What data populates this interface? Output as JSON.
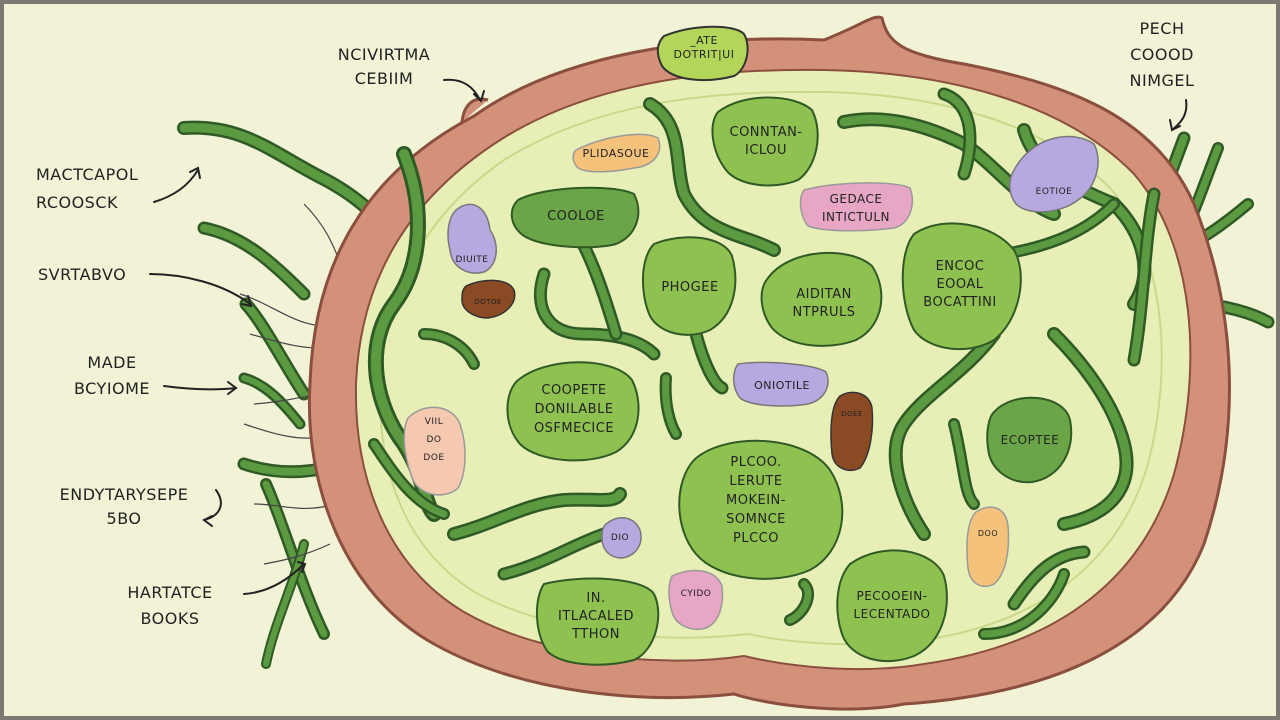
{
  "colors": {
    "background": "#f1f2d6",
    "frame": "#7a7a70",
    "cell_wall": "#d4917a",
    "cell_wall_stroke": "#8a4f3e",
    "cytoplasm": "#e7efb6",
    "strand": "#5c9a42",
    "strand_outline": "#2f5a25",
    "organelle_green": "#8fc151",
    "organelle_dark_green": "#6aa647",
    "purple": "#b7a8e0",
    "orange": "#f4c27a",
    "pink": "#e7a6c4",
    "brown": "#8a4a24",
    "peach": "#f5c9b0"
  },
  "outside_labels": [
    {
      "id": "top-center",
      "lines": [
        "NCIVIRTMA",
        "CEBIIM"
      ]
    },
    {
      "id": "left-1",
      "lines": [
        "MACTCAPOL",
        "RCOOSCK"
      ]
    },
    {
      "id": "left-2",
      "lines": [
        "SVRTABVO"
      ]
    },
    {
      "id": "left-3",
      "lines": [
        "MADE",
        "BCYIOME"
      ]
    },
    {
      "id": "left-4",
      "lines": [
        "ENDYTARYSEPE",
        "5BO"
      ]
    },
    {
      "id": "left-5",
      "lines": [
        "HARTATCE",
        "BOOKS"
      ]
    },
    {
      "id": "top-right",
      "lines": [
        "PECH",
        "COOOD",
        "NIMGEL"
      ]
    }
  ],
  "organelles": [
    {
      "id": "top-badge",
      "lines": [
        "_ATE",
        "DOTRIT|UI"
      ]
    },
    {
      "id": "contan",
      "lines": [
        "CONNTAN-",
        "ICLOU"
      ]
    },
    {
      "id": "pludasoue",
      "lines": [
        "PLIDASOUE"
      ]
    },
    {
      "id": "cooloe",
      "lines": [
        "COOLOE"
      ]
    },
    {
      "id": "gedace",
      "lines": [
        "GEDACE",
        "INTICTULN"
      ]
    },
    {
      "id": "phogee",
      "lines": [
        "PHOGEE"
      ]
    },
    {
      "id": "aditan",
      "lines": [
        "AIDITAN",
        "NTPRULS"
      ]
    },
    {
      "id": "encoc",
      "lines": [
        "ENCOC",
        "EOOAL",
        "BOCATTINI"
      ]
    },
    {
      "id": "purple-tr",
      "lines": [
        "EOTIOE"
      ]
    },
    {
      "id": "purple-left",
      "lines": [
        "DIUITE"
      ]
    },
    {
      "id": "brown-left",
      "lines": [
        "DOTOE"
      ]
    },
    {
      "id": "coopete",
      "lines": [
        "COOPETE",
        "DONILABLE",
        "OSFMECICE"
      ]
    },
    {
      "id": "oniotile",
      "lines": [
        "ONIOTILE"
      ]
    },
    {
      "id": "brown-mid",
      "lines": [
        "DOEE"
      ]
    },
    {
      "id": "peach",
      "lines": [
        "VIIL",
        "DO",
        "DOE"
      ]
    },
    {
      "id": "plcoo",
      "lines": [
        "PLCOO.",
        "LERUTE",
        "MOKEIN-",
        "SOMNCE",
        "PLCCO"
      ]
    },
    {
      "id": "ecoptee",
      "lines": [
        "ECOPTEE"
      ]
    },
    {
      "id": "dio",
      "lines": [
        "DIO"
      ]
    },
    {
      "id": "orange-right",
      "lines": [
        "DOO"
      ]
    },
    {
      "id": "itlacaled",
      "lines": [
        "IN.",
        "ITLACALED",
        "TTHON"
      ]
    },
    {
      "id": "pink",
      "lines": [
        "CYIDO"
      ]
    },
    {
      "id": "pcooein",
      "lines": [
        "PECOOEIN-",
        "LECENTADO"
      ]
    }
  ]
}
